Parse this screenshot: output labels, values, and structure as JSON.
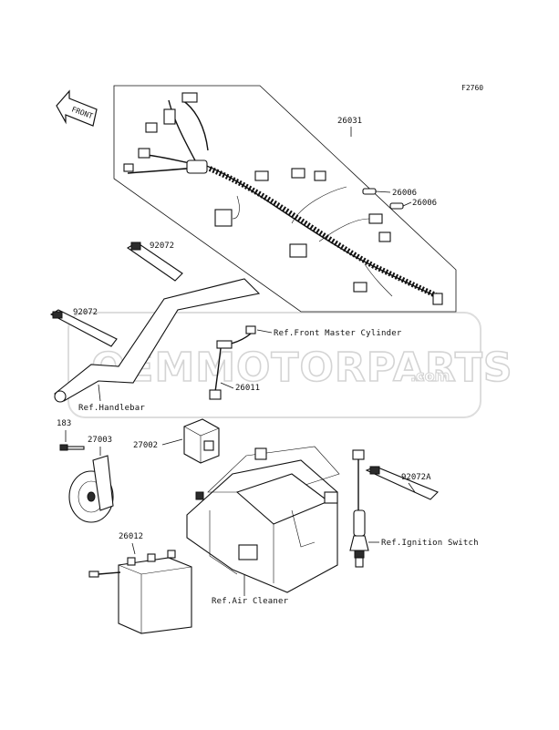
{
  "figure_id": "F2760",
  "watermark": {
    "main": "OEMMOTORPARTS",
    "suffix": ".com"
  },
  "front_arrow": {
    "text": "FRONT"
  },
  "part_labels": {
    "p26031": "26031",
    "p26006_a": "26006",
    "p26006_b": "26006",
    "p92072_a": "92072",
    "p92072_b": "92072",
    "p26011": "26011",
    "p183": "183",
    "p27003": "27003",
    "p27002": "27002",
    "p92072A": "92072A",
    "p26012": "26012"
  },
  "ref_labels": {
    "front_master_cylinder": "Ref.Front Master Cylinder",
    "handlebar": "Ref.Handlebar",
    "ignition_switch": "Ref.Ignition Switch",
    "air_cleaner": "Ref.Air Cleaner"
  }
}
